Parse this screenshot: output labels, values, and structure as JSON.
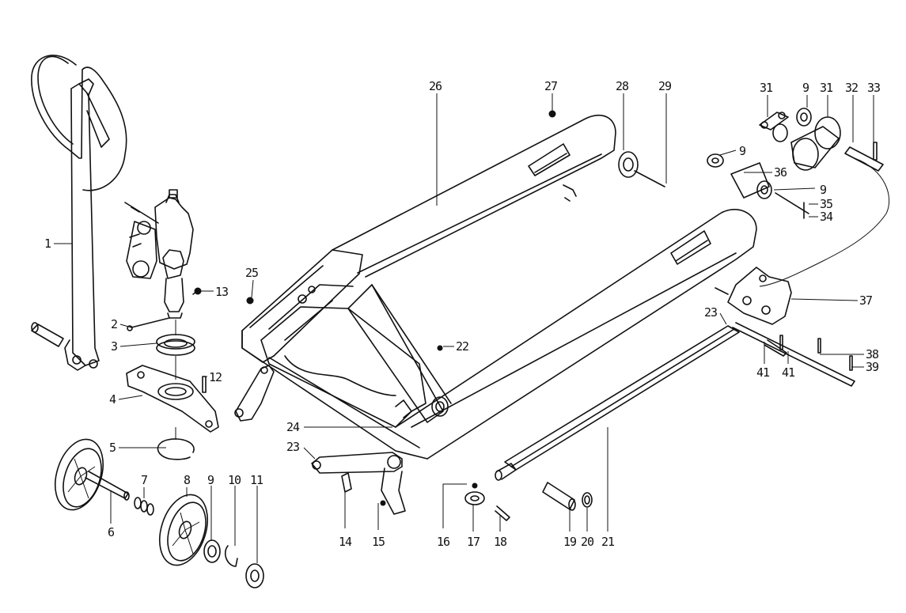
{
  "labels": {
    "p1": "1",
    "p2": "2",
    "p3": "3",
    "p4": "4",
    "p5": "5",
    "p6": "6",
    "p7": "7",
    "p8": "8",
    "p9": "9",
    "p10": "10",
    "p11": "11",
    "p12": "12",
    "p13": "13",
    "p14": "14",
    "p15": "15",
    "p16": "16",
    "p17": "17",
    "p18": "18",
    "p19": "19",
    "p20": "20",
    "p21": "21",
    "p22": "22",
    "p23": "23",
    "p24": "24",
    "p25": "25",
    "p26": "26",
    "p27": "27",
    "p28": "28",
    "p29": "29",
    "p31": "31",
    "p32": "32",
    "p33": "33",
    "p34": "34",
    "p35": "35",
    "p36": "36",
    "p37": "37",
    "p38": "38",
    "p39": "39",
    "p41": "41"
  }
}
